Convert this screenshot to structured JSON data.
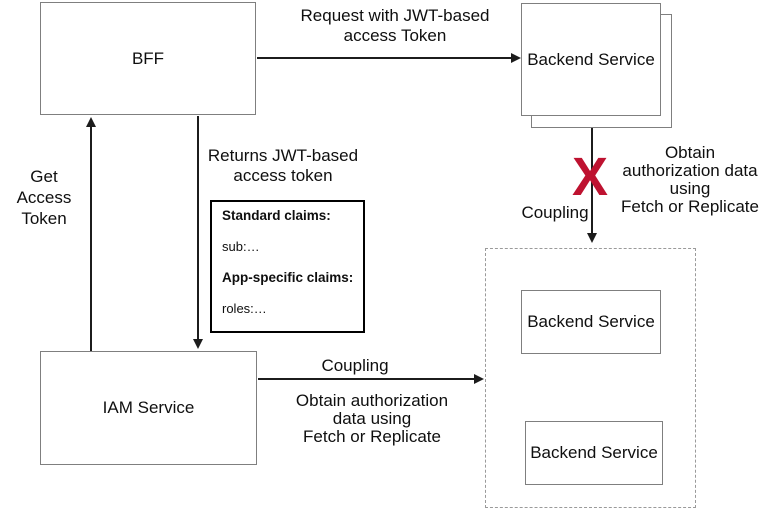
{
  "diagram": {
    "nodes": {
      "bff": "BFF",
      "backend_stack": "Backend Service",
      "iam": "IAM Service",
      "backend_1": "Backend Service",
      "backend_2": "Backend Service"
    },
    "claims": {
      "standard_heading": "Standard claims:",
      "standard_item": "sub:…",
      "app_heading": "App-specific claims:",
      "app_item": "roles:…"
    },
    "labels": {
      "request": [
        "Request with JWT-based",
        "access Token"
      ],
      "get_token": [
        "Get",
        "Access",
        "Token"
      ],
      "returns": [
        "Returns JWT-based",
        "access token"
      ],
      "coupling_backend": "Coupling",
      "obtain_backend": [
        "Obtain",
        "authorization data",
        "using",
        "Fetch or Replicate"
      ],
      "coupling_iam": "Coupling",
      "obtain_iam": [
        "Obtain authorization",
        "data using",
        "Fetch or Replicate"
      ],
      "x_mark": "X"
    },
    "colors": {
      "box_border": "#7f7f7f",
      "claims_border": "#000000",
      "dashed_border": "#9a9a9a",
      "line": "#1c1c1c",
      "x_mark": "#be1230",
      "text": "#0f0f0f"
    }
  }
}
